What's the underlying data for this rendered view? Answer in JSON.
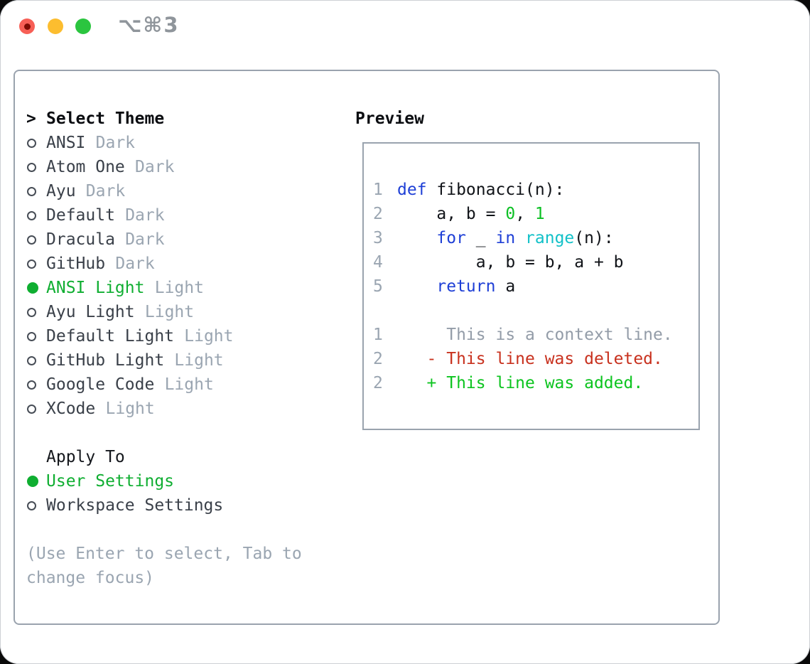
{
  "window": {
    "titlebar": {
      "shortcut": "⌥⌘3"
    },
    "traffic_lights": {
      "close": "#f75f56",
      "minimize": "#fcbd2f",
      "zoom": "#2bc53f"
    }
  },
  "theme_panel": {
    "prompt": ">",
    "title": "Select Theme",
    "items": [
      {
        "name": "ANSI",
        "variant": "Dark",
        "selected": false
      },
      {
        "name": "Atom One",
        "variant": "Dark",
        "selected": false
      },
      {
        "name": "Ayu",
        "variant": "Dark",
        "selected": false
      },
      {
        "name": "Default",
        "variant": "Dark",
        "selected": false
      },
      {
        "name": "Dracula",
        "variant": "Dark",
        "selected": false
      },
      {
        "name": "GitHub",
        "variant": "Dark",
        "selected": false
      },
      {
        "name": "ANSI Light",
        "variant": "Light",
        "selected": true
      },
      {
        "name": "Ayu Light",
        "variant": "Light",
        "selected": false
      },
      {
        "name": "Default Light",
        "variant": "Light",
        "selected": false
      },
      {
        "name": "GitHub Light",
        "variant": "Light",
        "selected": false
      },
      {
        "name": "Google Code",
        "variant": "Light",
        "selected": false
      },
      {
        "name": "XCode",
        "variant": "Light",
        "selected": false
      }
    ],
    "apply_to": {
      "title": "Apply To",
      "options": [
        {
          "name": "User Settings",
          "selected": true
        },
        {
          "name": "Workspace Settings",
          "selected": false
        }
      ]
    },
    "help": "(Use Enter to select, Tab to change focus)"
  },
  "preview": {
    "title": "Preview",
    "lines": [
      {
        "ln": "1",
        "tokens": [
          {
            "t": "def",
            "c": "kw"
          },
          {
            "t": " fibonacci(n):",
            "c": "fg"
          }
        ]
      },
      {
        "ln": "2",
        "tokens": [
          {
            "t": "    a, b = ",
            "c": "fg"
          },
          {
            "t": "0",
            "c": "num"
          },
          {
            "t": ", ",
            "c": "fg"
          },
          {
            "t": "1",
            "c": "num"
          }
        ]
      },
      {
        "ln": "3",
        "tokens": [
          {
            "t": "    ",
            "c": "fg"
          },
          {
            "t": "for",
            "c": "kw"
          },
          {
            "t": " _ ",
            "c": "fg"
          },
          {
            "t": "in",
            "c": "kw"
          },
          {
            "t": " ",
            "c": "fg"
          },
          {
            "t": "range",
            "c": "fn"
          },
          {
            "t": "(n):",
            "c": "fg"
          }
        ]
      },
      {
        "ln": "4",
        "tokens": [
          {
            "t": "        a, b = b, a + b",
            "c": "fg"
          }
        ]
      },
      {
        "ln": "5",
        "tokens": [
          {
            "t": "    ",
            "c": "fg"
          },
          {
            "t": "return",
            "c": "kw"
          },
          {
            "t": " a",
            "c": "fg"
          }
        ]
      },
      {
        "ln": "",
        "tokens": []
      },
      {
        "ln": "1",
        "tokens": [
          {
            "t": "     This is a context line.",
            "c": "ctx"
          }
        ]
      },
      {
        "ln": "2",
        "tokens": [
          {
            "t": "   - This line was deleted.",
            "c": "del"
          }
        ]
      },
      {
        "ln": "2",
        "tokens": [
          {
            "t": "   + This line was added.",
            "c": "add"
          }
        ]
      }
    ]
  },
  "colors": {
    "accent_green": "#0fae31",
    "keyword_blue": "#1e3fd6",
    "function_cyan": "#12c1c8",
    "deleted_red": "#c8311e",
    "added_green": "#0cc41f",
    "muted_gray": "#9aa5b1",
    "border_gray": "#9aa3ae"
  }
}
